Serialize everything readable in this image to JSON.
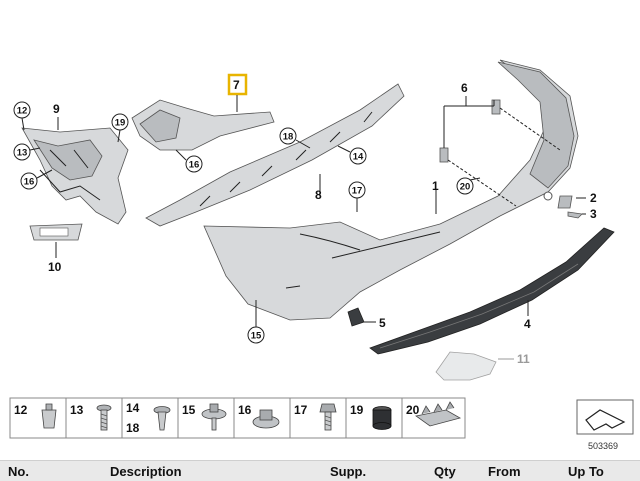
{
  "diagram": {
    "reference_code": "503369",
    "callouts": {
      "p1": "1",
      "p2": "2",
      "p3": "3",
      "p4": "4",
      "p5": "5",
      "p6": "6",
      "p7": "7",
      "p8": "8",
      "p9": "9",
      "p10": "10",
      "p11": "11",
      "p12": "12",
      "p13": "13",
      "p14": "14",
      "p15": "15",
      "p16a": "16",
      "p16b": "16",
      "p17": "17",
      "p18": "18",
      "p19": "19",
      "p20": "20"
    },
    "highlight_color": "#e8b400",
    "faded_color": "#9a9a9a"
  },
  "legend": {
    "items": [
      {
        "num": "12",
        "icon": "clip-icon"
      },
      {
        "num": "13",
        "icon": "screw-icon"
      },
      {
        "num": "14",
        "num2": "18",
        "icon": "expansion-rivet-icon"
      },
      {
        "num": "15",
        "icon": "collar-screw-icon"
      },
      {
        "num": "16",
        "icon": "washer-nut-icon"
      },
      {
        "num": "17",
        "icon": "hex-bolt-icon"
      },
      {
        "num": "19",
        "icon": "rubber-buffer-icon"
      },
      {
        "num": "20",
        "icon": "clip-strip-icon"
      }
    ]
  },
  "table": {
    "col_no": "No.",
    "col_description": "Description",
    "col_supp": "Supp.",
    "col_qty": "Qty",
    "col_from": "From",
    "col_upto": "Up To"
  }
}
